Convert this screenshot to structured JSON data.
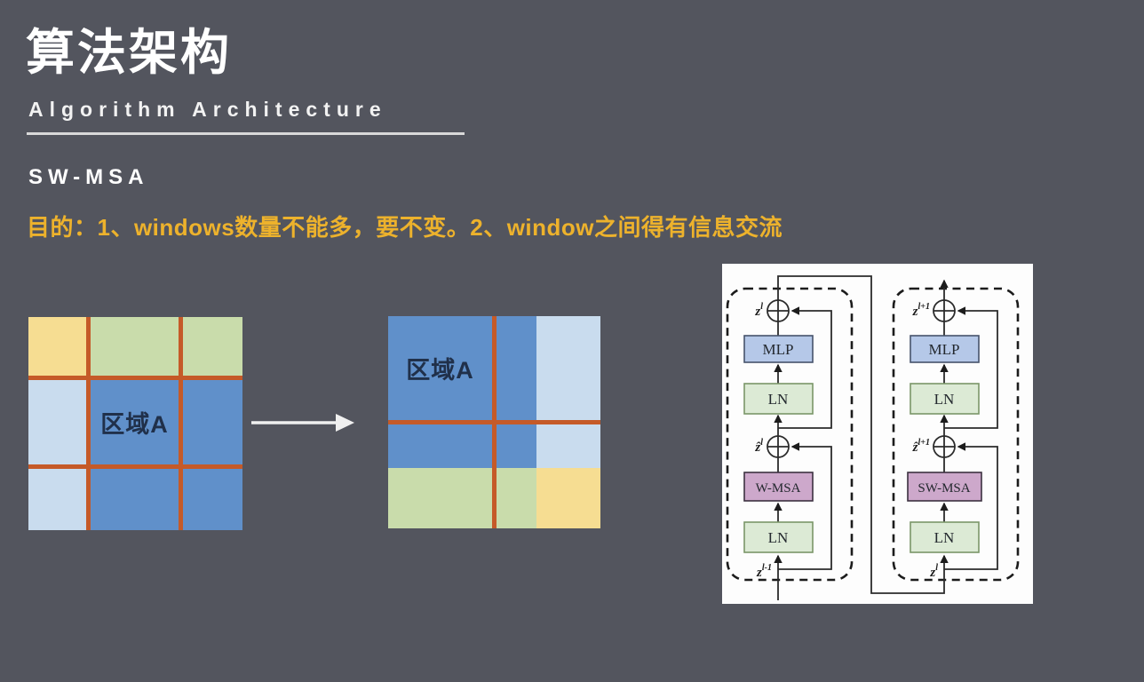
{
  "slide": {
    "title": "算法架构",
    "subtitle": "Algorithm Architecture",
    "section_label": "SW-MSA",
    "purpose_text": "目的：1、windows数量不能多，要不变。2、window之间得有信息交流"
  },
  "colors": {
    "background": "#53555E",
    "title_text": "#FFFFFF",
    "accent_yellow": "#EDB22C",
    "grid_line_orange": "#C55A28",
    "cell_blue": "#6090CA",
    "cell_light_blue": "#C9DCEE",
    "cell_green": "#C9DCAB",
    "cell_yellow": "#F6DD92",
    "panel_background": "#FDFDFD",
    "mlp_fill": "#B5C8E8",
    "ln_fill": "#DCEAD5",
    "msa_fill": "#CDA8CB"
  },
  "window_diagram": {
    "before_grid": {
      "region_label": "区域A"
    },
    "after_grid": {
      "region_label": "区域A"
    }
  },
  "transformer_diagram": {
    "left_block": {
      "output_label": {
        "base": "z",
        "sup": "l"
      },
      "hidden_label": {
        "base": "ẑ",
        "sup": "l"
      },
      "input_label": {
        "base": "z",
        "sup": "l-1"
      },
      "mlp": "MLP",
      "ln_top": "LN",
      "msa": "W-MSA",
      "ln_bottom": "LN"
    },
    "right_block": {
      "output_label": {
        "base": "z",
        "sup": "l+1"
      },
      "hidden_label": {
        "base": "ẑ",
        "sup": "l+1"
      },
      "input_label": {
        "base": "z",
        "sup": "l"
      },
      "mlp": "MLP",
      "ln_top": "LN",
      "msa": "SW-MSA",
      "ln_bottom": "LN"
    }
  }
}
